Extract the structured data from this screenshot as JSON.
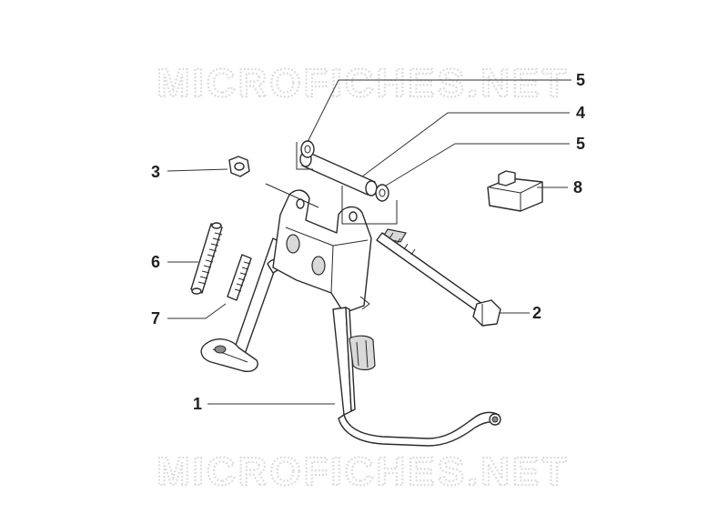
{
  "watermark": {
    "top_text": "MICROFICHES.NET",
    "bottom_text": "MICROFICHES.NET"
  },
  "callouts": [
    {
      "id": "5a",
      "label": "5"
    },
    {
      "id": "4",
      "label": "4"
    },
    {
      "id": "5b",
      "label": "5"
    },
    {
      "id": "3",
      "label": "3"
    },
    {
      "id": "8",
      "label": "8"
    },
    {
      "id": "6",
      "label": "6"
    },
    {
      "id": "2",
      "label": "2"
    },
    {
      "id": "7",
      "label": "7"
    },
    {
      "id": "1",
      "label": "1"
    }
  ]
}
